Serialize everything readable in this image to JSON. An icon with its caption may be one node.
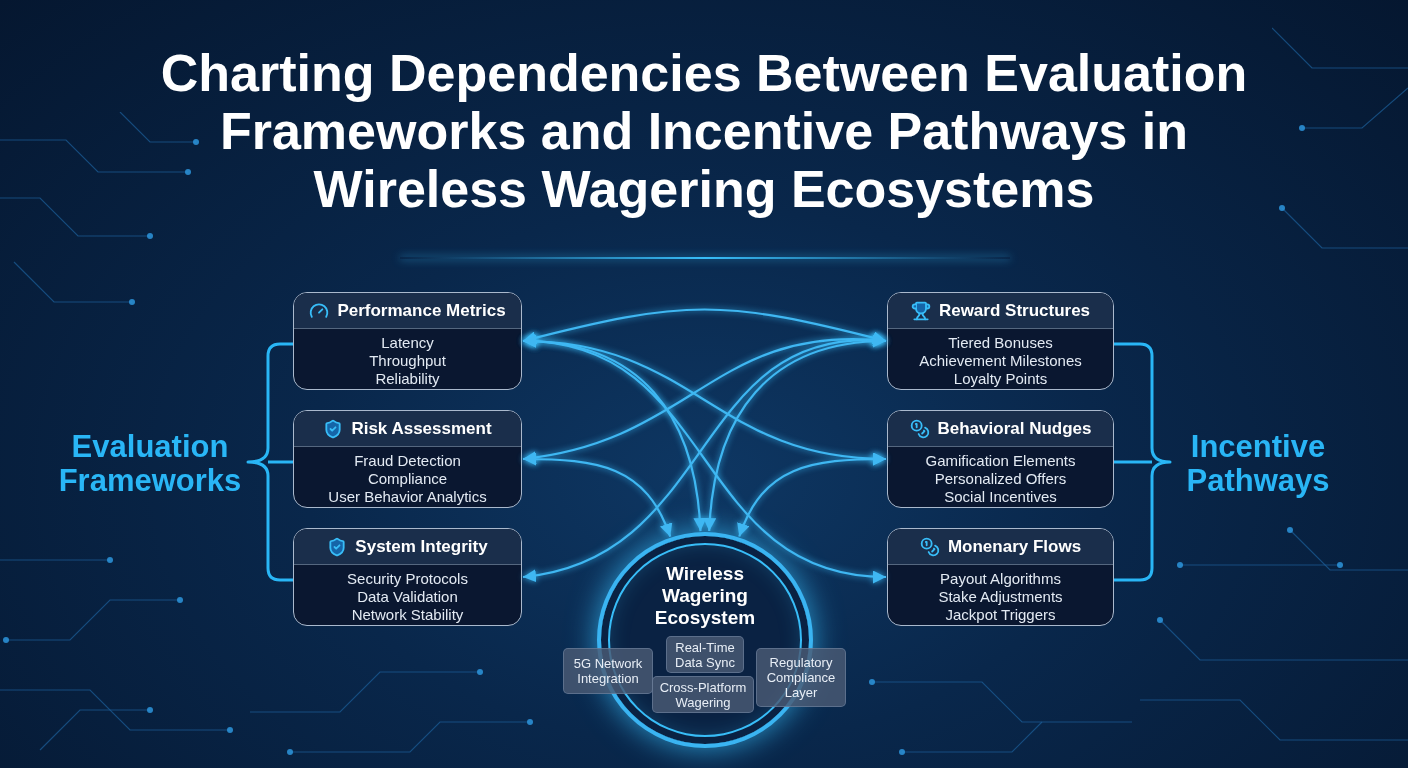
{
  "diagram": {
    "title": "Charting Dependencies Between Evaluation Frameworks and Incentive Pathways in Wireless Wagering Ecosystems",
    "nodes": [
      {
        "text": [
          "Performance Metrics",
          "Latency",
          "Throughput",
          "Reliability"
        ]
      },
      {
        "text": [
          "Risk Assessment",
          "Fraud Detection",
          "Compliance",
          "User Behavior Analytics"
        ]
      },
      {
        "text": [
          "System Integrity",
          "Security Protocols",
          "Data Validation",
          "Network Stability"
        ]
      },
      {
        "text": [
          "Reward Structures",
          "Tiered Bonuses",
          "Achievement Milestones",
          "Loyalty Points"
        ]
      },
      {
        "text": [
          "Behavioral Nudges",
          "Gamification Elements",
          "Personalized Offers",
          "Social Incentives"
        ]
      },
      {
        "text": [
          "Monenary Flows",
          "Payout Algorithms",
          "Stake Adjustments",
          "Jackpot Triggers"
        ]
      },
      {
        "text": [
          "Wireless Wagering Ecosystem"
        ]
      },
      {
        "text": [
          "5G Network Integration"
        ]
      },
      {
        "text": [
          "Real-Time Data Sync"
        ],
        "in": 6
      },
      {
        "text": [
          "Cross-Platform Wagering"
        ],
        "in": 6
      },
      {
        "text": [
          "Regulatory Compliance Layer"
        ]
      }
    ],
    "edges": [
      {
        "from": 0,
        "to": 3,
        "arrow": "both"
      },
      {
        "from": 0,
        "to": 4,
        "arrow": "both"
      },
      {
        "from": 0,
        "to": 5,
        "arrow": "both"
      },
      {
        "from": 0,
        "to": 6,
        "arrow": "both"
      },
      {
        "from": 3,
        "to": 1,
        "arrow": "both"
      },
      {
        "from": 3,
        "to": 2,
        "arrow": "both"
      },
      {
        "from": 3,
        "to": 6,
        "arrow": "both"
      },
      {
        "from": 1,
        "to": 6,
        "arrow": "both"
      },
      {
        "from": 4,
        "to": 6,
        "arrow": "both"
      }
    ],
    "labels": [
      "Evaluation Frameworks",
      "Incentive Pathways"
    ]
  }
}
